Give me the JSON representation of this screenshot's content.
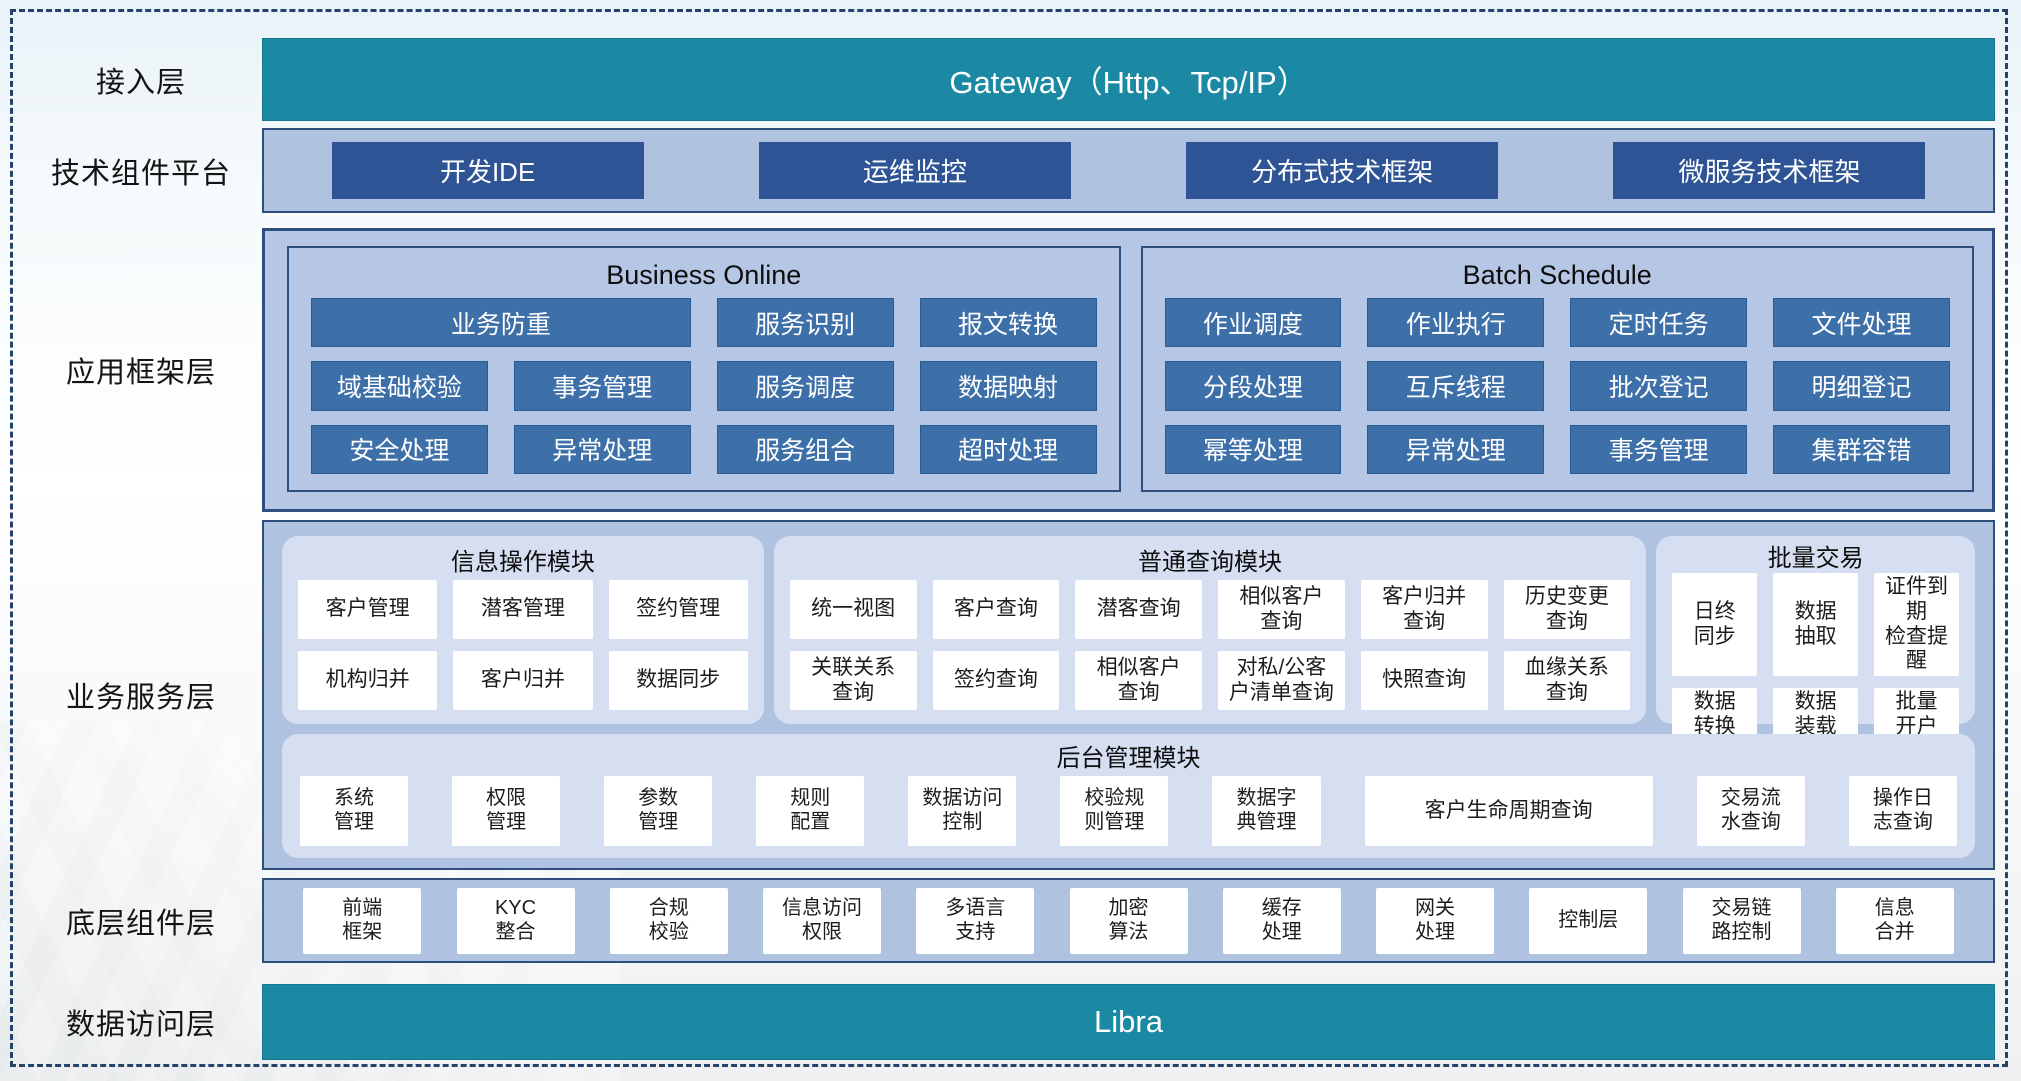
{
  "colors": {
    "teal": "#1B89A4",
    "dark_blue_button": "#2E5496",
    "medium_blue_button": "#3D6FA8",
    "panel_light_blue": "#AFC3E1",
    "card_lavender": "#D6DEF1",
    "border_navy": "#2E4E7E",
    "frame_dashed_navy": "#24436B"
  },
  "access_layer": {
    "label": "接入层",
    "bar_text": "Gateway（Http、Tcp/IP）"
  },
  "tech_platform": {
    "label": "技术组件平台",
    "items": [
      {
        "label": "开发IDE"
      },
      {
        "label": "运维监控"
      },
      {
        "label": "分布式技术框架"
      },
      {
        "label": "微服务技术框架"
      }
    ]
  },
  "app_framework": {
    "label": "应用框架层",
    "panels": [
      {
        "title": "Business Online",
        "buttons": [
          {
            "label": "业务防重",
            "wide": true
          },
          {
            "label": "服务识别"
          },
          {
            "label": "报文转换"
          },
          {
            "label": "域基础校验"
          },
          {
            "label": "事务管理"
          },
          {
            "label": "服务调度"
          },
          {
            "label": "数据映射"
          },
          {
            "label": "安全处理"
          },
          {
            "label": "异常处理"
          },
          {
            "label": "服务组合"
          },
          {
            "label": "超时处理"
          }
        ]
      },
      {
        "title": "Batch Schedule",
        "buttons": [
          {
            "label": "作业调度"
          },
          {
            "label": "作业执行"
          },
          {
            "label": "定时任务"
          },
          {
            "label": "文件处理"
          },
          {
            "label": "分段处理"
          },
          {
            "label": "互斥线程"
          },
          {
            "label": "批次登记"
          },
          {
            "label": "明细登记"
          },
          {
            "label": "幂等处理"
          },
          {
            "label": "异常处理"
          },
          {
            "label": "事务管理"
          },
          {
            "label": "集群容错"
          }
        ]
      }
    ]
  },
  "business_service": {
    "label": "业务服务层",
    "cards": [
      {
        "title": "信息操作模块",
        "flex": 480,
        "cols": 3,
        "items": [
          {
            "label": "客户管理"
          },
          {
            "label": "潜客管理"
          },
          {
            "label": "签约管理"
          },
          {
            "label": "机构归并"
          },
          {
            "label": "客户归并"
          },
          {
            "label": "数据同步"
          }
        ]
      },
      {
        "title": "普通查询模块",
        "flex": 897,
        "cols": 6,
        "items": [
          {
            "label": "统一视图"
          },
          {
            "label": "客户查询"
          },
          {
            "label": "潜客查询"
          },
          {
            "label": "相似客户\n查询"
          },
          {
            "label": "客户归并\n查询"
          },
          {
            "label": "历史变更\n查询"
          },
          {
            "label": "关联关系\n查询"
          },
          {
            "label": "签约查询"
          },
          {
            "label": "相似客户\n查询"
          },
          {
            "label": "对私/公客\n户清单查询"
          },
          {
            "label": "快照查询"
          },
          {
            "label": "血缘关系\n查询"
          }
        ]
      },
      {
        "title": "批量交易",
        "flex": 306,
        "cols": 3,
        "items": [
          {
            "label": "日终\n同步"
          },
          {
            "label": "数据\n抽取"
          },
          {
            "label": "证件到期\n检查提醒"
          },
          {
            "label": "数据\n转换"
          },
          {
            "label": "数据\n装载"
          },
          {
            "label": "批量\n开户"
          }
        ]
      }
    ],
    "admin_card": {
      "title": "后台管理模块",
      "items": [
        {
          "label": "系统\n管理"
        },
        {
          "label": "权限\n管理"
        },
        {
          "label": "参数\n管理"
        },
        {
          "label": "规则\n配置"
        },
        {
          "label": "数据访问\n控制"
        },
        {
          "label": "校验规\n则管理"
        },
        {
          "label": "数据字\n典管理"
        },
        {
          "label": "客户生命周期查询",
          "wide": true
        },
        {
          "label": "交易流\n水查询"
        },
        {
          "label": "操作日\n志查询"
        }
      ]
    }
  },
  "low_components": {
    "label": "底层组件层",
    "items": [
      {
        "label": "前端\n框架"
      },
      {
        "label": "KYC\n整合"
      },
      {
        "label": "合规\n校验"
      },
      {
        "label": "信息访问\n权限"
      },
      {
        "label": "多语言\n支持"
      },
      {
        "label": "加密\n算法"
      },
      {
        "label": "缓存\n处理"
      },
      {
        "label": "网关\n处理"
      },
      {
        "label": "控制层"
      },
      {
        "label": "交易链\n路控制"
      },
      {
        "label": "信息\n合并"
      }
    ]
  },
  "data_access": {
    "label": "数据访问层",
    "bar_text": "Libra"
  }
}
